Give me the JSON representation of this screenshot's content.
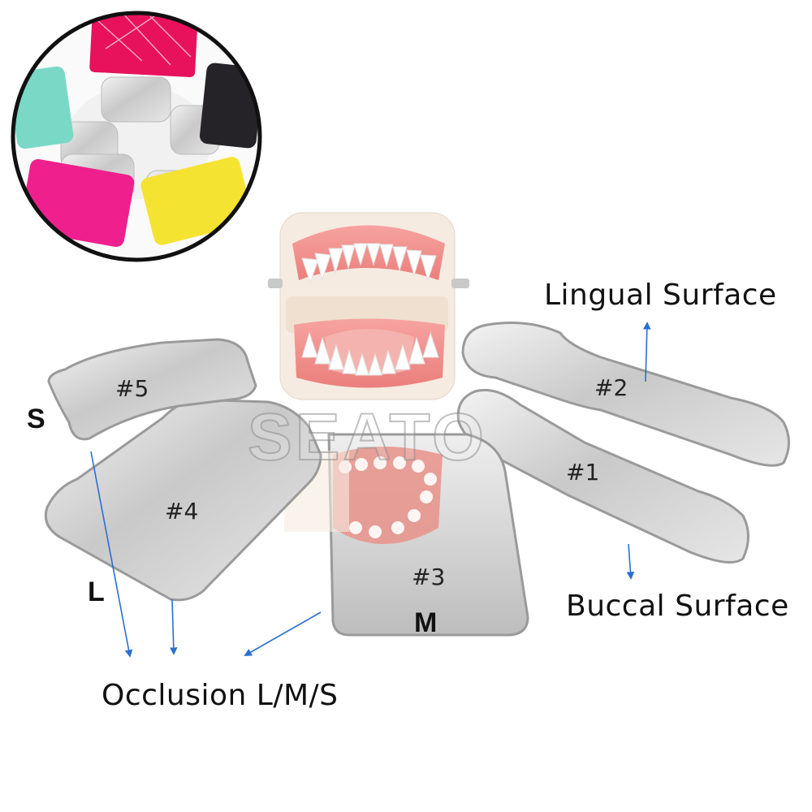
{
  "watermark": "SEATO",
  "mirrors": {
    "m1": "#1",
    "m2": "#2",
    "m3": "#3",
    "m4": "#4",
    "m5": "#5"
  },
  "sizes": {
    "small": "S",
    "medium": "M",
    "large": "L"
  },
  "captions": {
    "lingual": "Lingual Surface",
    "buccal": "Buccal Surface",
    "occlusion": "Occlusion L/M/S"
  },
  "colors": {
    "case_pink": "#e8115c",
    "case_mint": "#7ad8c6",
    "case_black": "#252228",
    "case_magenta": "#ef1f8d",
    "case_yellow": "#f5e332",
    "arrow": "#2a6fd1"
  }
}
